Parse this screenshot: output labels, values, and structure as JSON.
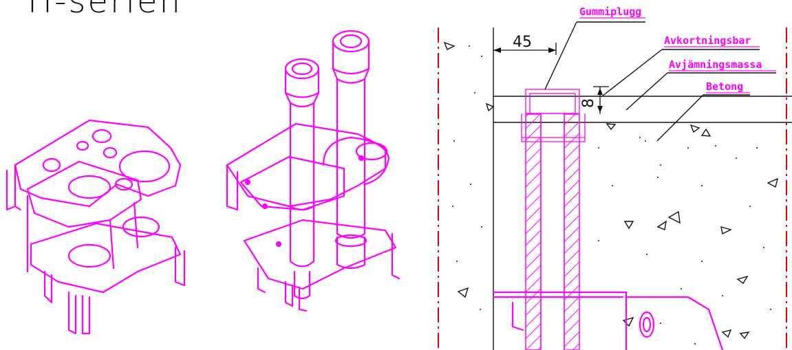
{
  "title": "H-serien",
  "colors": {
    "magenta": "#ff00ff",
    "red": "#e00000",
    "black": "#111111"
  },
  "section": {
    "labels": {
      "plug": "Gummiplugg",
      "bar": "Avkortningsbar",
      "leveling": "Avjämningsmassa",
      "concrete": "Betong"
    },
    "dimension_45": "45",
    "dimension_8": "8"
  }
}
